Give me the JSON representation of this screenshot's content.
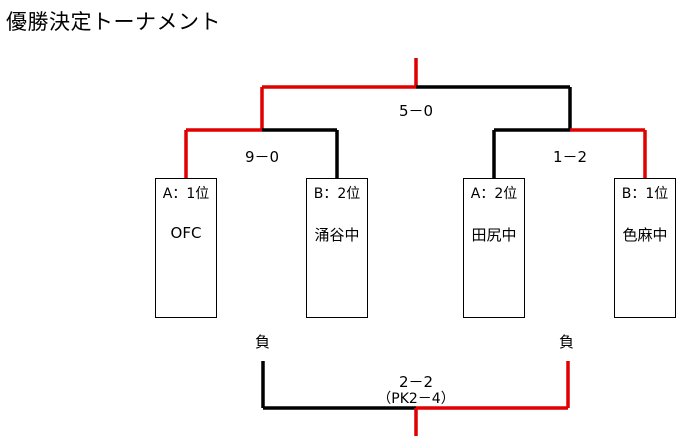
{
  "title": "優勝決定トーナメント",
  "teams": [
    {
      "seed": "A：1位",
      "name": "OFC"
    },
    {
      "seed": "B：2位",
      "name": "涌谷中"
    },
    {
      "seed": "A：2位",
      "name": "田尻中"
    },
    {
      "seed": "B：1位",
      "name": "色麻中"
    }
  ],
  "scores": {
    "semi_left": "9－0",
    "semi_right": "1－2",
    "final": "5－0",
    "third_place": "2－2",
    "third_place_pk": "（PK2－4）"
  },
  "loss_labels": {
    "left": "負",
    "right": "負"
  },
  "colors": {
    "winner_line": "#e00000",
    "loser_line": "#000000"
  }
}
